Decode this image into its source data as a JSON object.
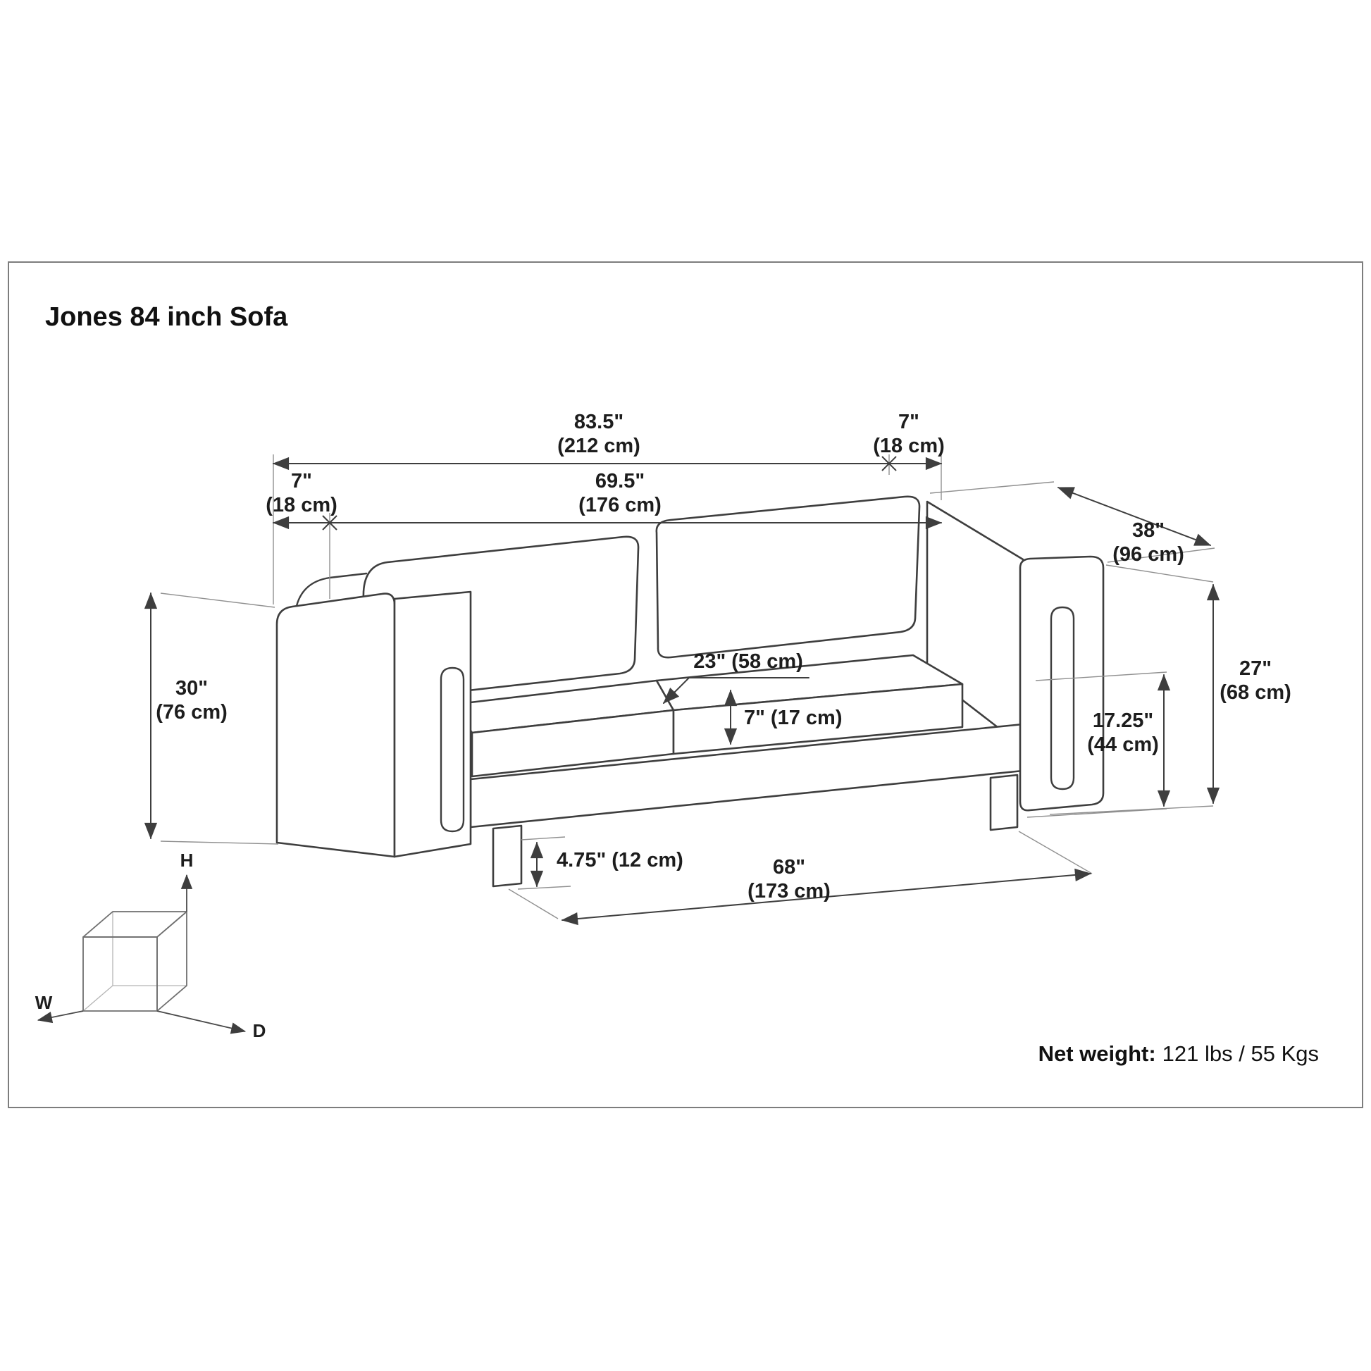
{
  "title": "Jones 84 inch Sofa",
  "dimensions": {
    "overall_width": {
      "in": "83.5\"",
      "cm": "(212 cm)"
    },
    "right_arm_width": {
      "in": "7\"",
      "cm": "(18 cm)"
    },
    "left_arm_width": {
      "in": "7\"",
      "cm": "(18 cm)"
    },
    "seat_width": {
      "in": "69.5\"",
      "cm": "(176 cm)"
    },
    "overall_depth": {
      "in": "38\"",
      "cm": "(96 cm)"
    },
    "overall_height": {
      "in": "30\"",
      "cm": "(76 cm)"
    },
    "seat_depth": {
      "label": "23\" (58 cm)"
    },
    "cushion_thickness": {
      "label": "7\" (17 cm)"
    },
    "arm_height": {
      "in": "27\"",
      "cm": "(68 cm)"
    },
    "seat_height": {
      "in": "17.25\"",
      "cm": "(44 cm)"
    },
    "leg_clearance": {
      "label": "4.75\" (12 cm)"
    },
    "base_width": {
      "in": "68\"",
      "cm": "(173 cm)"
    }
  },
  "axis_cube": {
    "h": "H",
    "w": "W",
    "d": "D"
  },
  "net_weight": {
    "label": "Net weight:",
    "value": "121 lbs / 55 Kgs"
  }
}
